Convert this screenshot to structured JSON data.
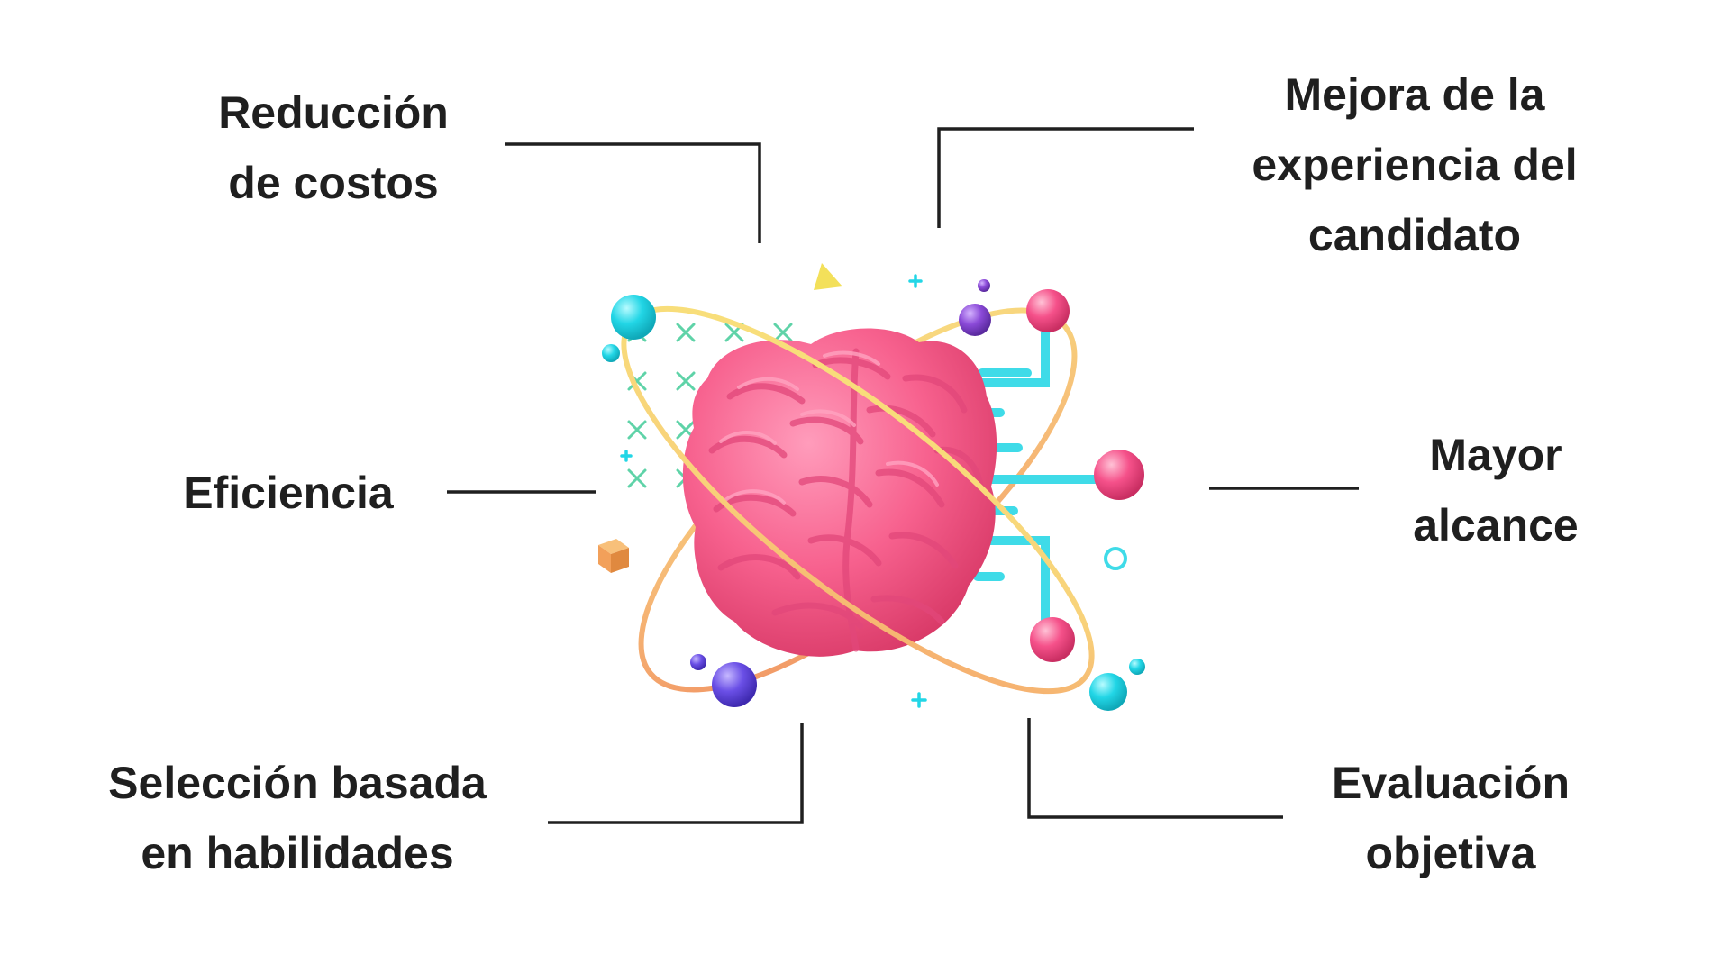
{
  "labels": {
    "top_left": {
      "line1": "Reducción",
      "line2": "de costos"
    },
    "top_right": {
      "line1": "Mejora de la",
      "line2": "experiencia del",
      "line3": "candidato"
    },
    "middle_left": {
      "line1": "Eficiencia"
    },
    "middle_right": {
      "line1": "Mayor",
      "line2": "alcance"
    },
    "bottom_left": {
      "line1": "Selección basada",
      "line2": "en habilidades"
    },
    "bottom_right": {
      "line1": "Evaluación",
      "line2": "objetiva"
    }
  },
  "illustration": {
    "icon": "brain-atom-icon",
    "colors": {
      "brain": "#f7618e",
      "brain_shadow": "#e0406f",
      "brain_highlight": "#ff8fb0",
      "circuit": "#3fdbe8",
      "orbit_yellow": "#f8e27a",
      "orbit_orange": "#f4a06b",
      "cross_marks": "#5fd3a8",
      "sphere_cyan": "#22d6e6",
      "sphere_purple": "#8b4ad8",
      "sphere_violet": "#6a4fe6",
      "sphere_pink": "#f5518a",
      "triangle": "#f3e05a",
      "cube": "#f2a05a"
    }
  },
  "connector_color": "#1f1f1f"
}
